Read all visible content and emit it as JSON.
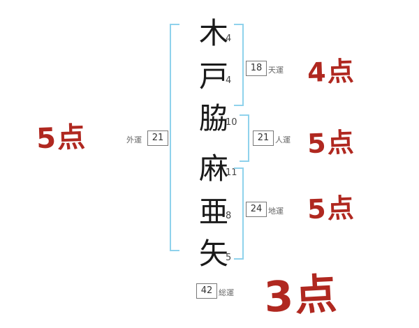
{
  "name_chars": [
    {
      "char": "木",
      "strokes": "4"
    },
    {
      "char": "戸",
      "strokes": "4"
    },
    {
      "char": "脇",
      "strokes": "10"
    },
    {
      "char": "麻",
      "strokes": "11"
    },
    {
      "char": "亜",
      "strokes": "8"
    },
    {
      "char": "矢",
      "strokes": "5"
    }
  ],
  "fortunes": {
    "ten": {
      "value": "18",
      "label": "天運",
      "score": "4点"
    },
    "jin": {
      "value": "21",
      "label": "人運",
      "score": "5点"
    },
    "chi": {
      "value": "24",
      "label": "地運",
      "score": "5点"
    },
    "gai": {
      "value": "21",
      "label": "外運",
      "score": "5点"
    },
    "sou": {
      "value": "42",
      "label": "総運",
      "score": "3点"
    }
  },
  "colors": {
    "bracket_blue": "#8fd2ec",
    "score_red": "#b02820",
    "text_black": "#1a1a1a",
    "label_gray": "#666666"
  }
}
